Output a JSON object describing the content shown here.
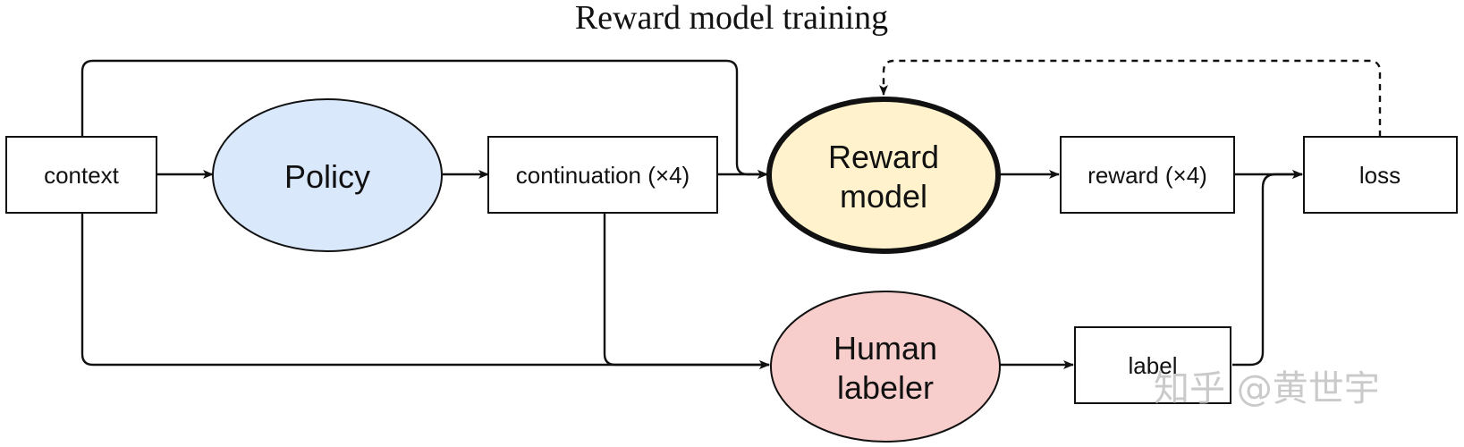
{
  "title": "Reward model training",
  "nodes": {
    "context": {
      "label": "context"
    },
    "policy": {
      "label": "Policy",
      "fill": "#dae8fc"
    },
    "continuation": {
      "label": "continuation (×4)"
    },
    "reward_model": {
      "line1": "Reward",
      "line2": "model",
      "fill": "#fff2cc"
    },
    "reward": {
      "label": "reward (×4)"
    },
    "loss": {
      "label": "loss"
    },
    "human_labeler": {
      "line1": "Human",
      "line2": "labeler",
      "fill": "#f8cecc"
    },
    "label": {
      "label": "label"
    }
  },
  "watermark": "知乎 @黄世宇",
  "colors": {
    "stroke": "#111111",
    "background": "#ffffff"
  }
}
